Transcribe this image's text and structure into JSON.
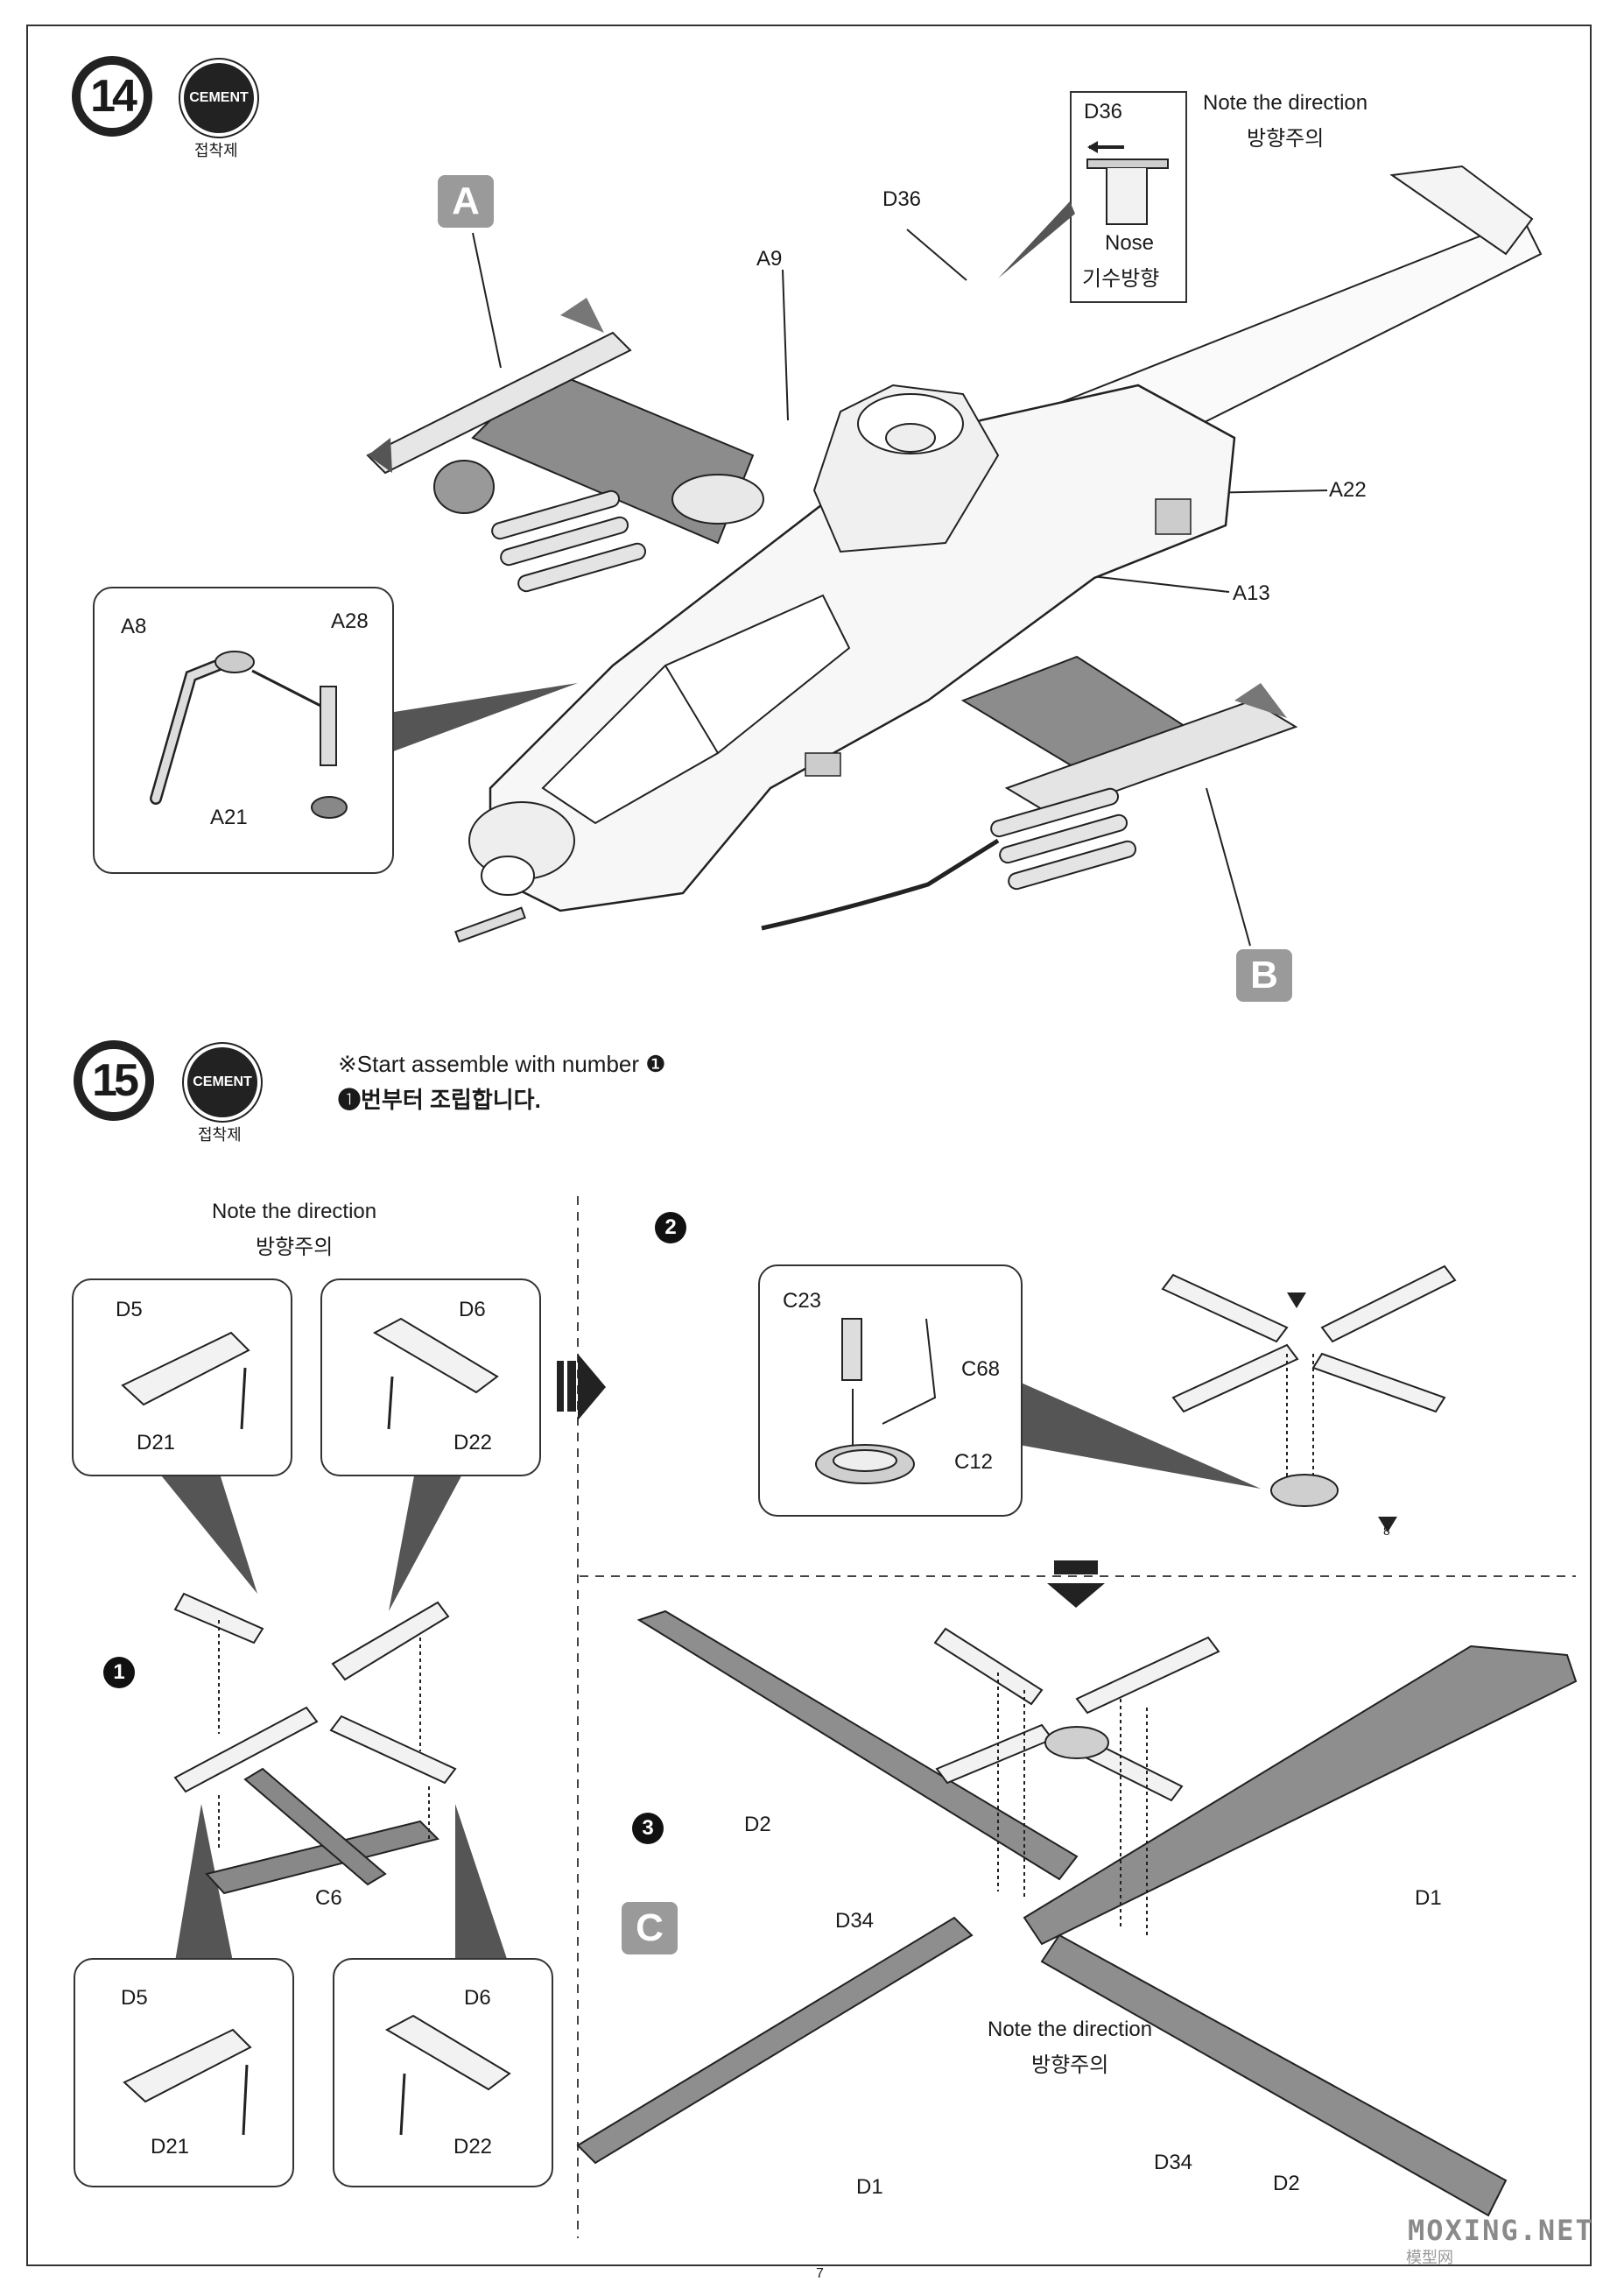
{
  "step14": {
    "number": "14",
    "cement_label": "CEMENT",
    "cement_ko": "접착제",
    "direction_en": "Note the direction",
    "direction_ko": "방향주의",
    "inset": {
      "part": "D36",
      "nose_en": "Nose",
      "nose_ko": "기수방향"
    },
    "parts": [
      "D36",
      "A9",
      "A22",
      "A13",
      "A8",
      "A28",
      "A21"
    ],
    "marker_a": "A",
    "marker_b": "B"
  },
  "step15": {
    "number": "15",
    "cement_label": "CEMENT",
    "cement_ko": "접착제",
    "note_en": "※Start assemble with number ❶",
    "note_ko": "❶번부터 조립합니다.",
    "direction_en": "Note the direction",
    "direction_ko": "방향주의",
    "sub1": {
      "num": "1",
      "parts": {
        "d5": "D5",
        "d6": "D6",
        "d21": "D21",
        "d22": "D22",
        "c6": "C6"
      }
    },
    "sub2": {
      "num": "2",
      "parts": {
        "c23": "C23",
        "c68": "C68",
        "c12": "C12",
        "mark": "8"
      }
    },
    "sub3": {
      "num": "3",
      "marker": "C",
      "parts": {
        "d1": "D1",
        "d2": "D2",
        "d34": "D34"
      },
      "direction_en": "Note the direction",
      "direction_ko": "방향주의"
    }
  },
  "footer": {
    "page": "7",
    "watermark": "MOXING.NET",
    "watermark_sub": "模型网"
  }
}
